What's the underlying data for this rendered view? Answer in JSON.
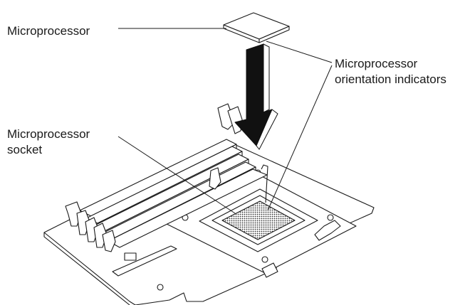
{
  "labels": {
    "microprocessor": "Microprocessor",
    "orientation_line1": "Microprocessor",
    "orientation_line2": "orientation indicators",
    "socket_line1": "Microprocessor",
    "socket_line2": "socket"
  },
  "colors": {
    "stroke": "#1a1a1a",
    "fill": "#ffffff",
    "arrow": "#111111",
    "pins": "#555555"
  }
}
